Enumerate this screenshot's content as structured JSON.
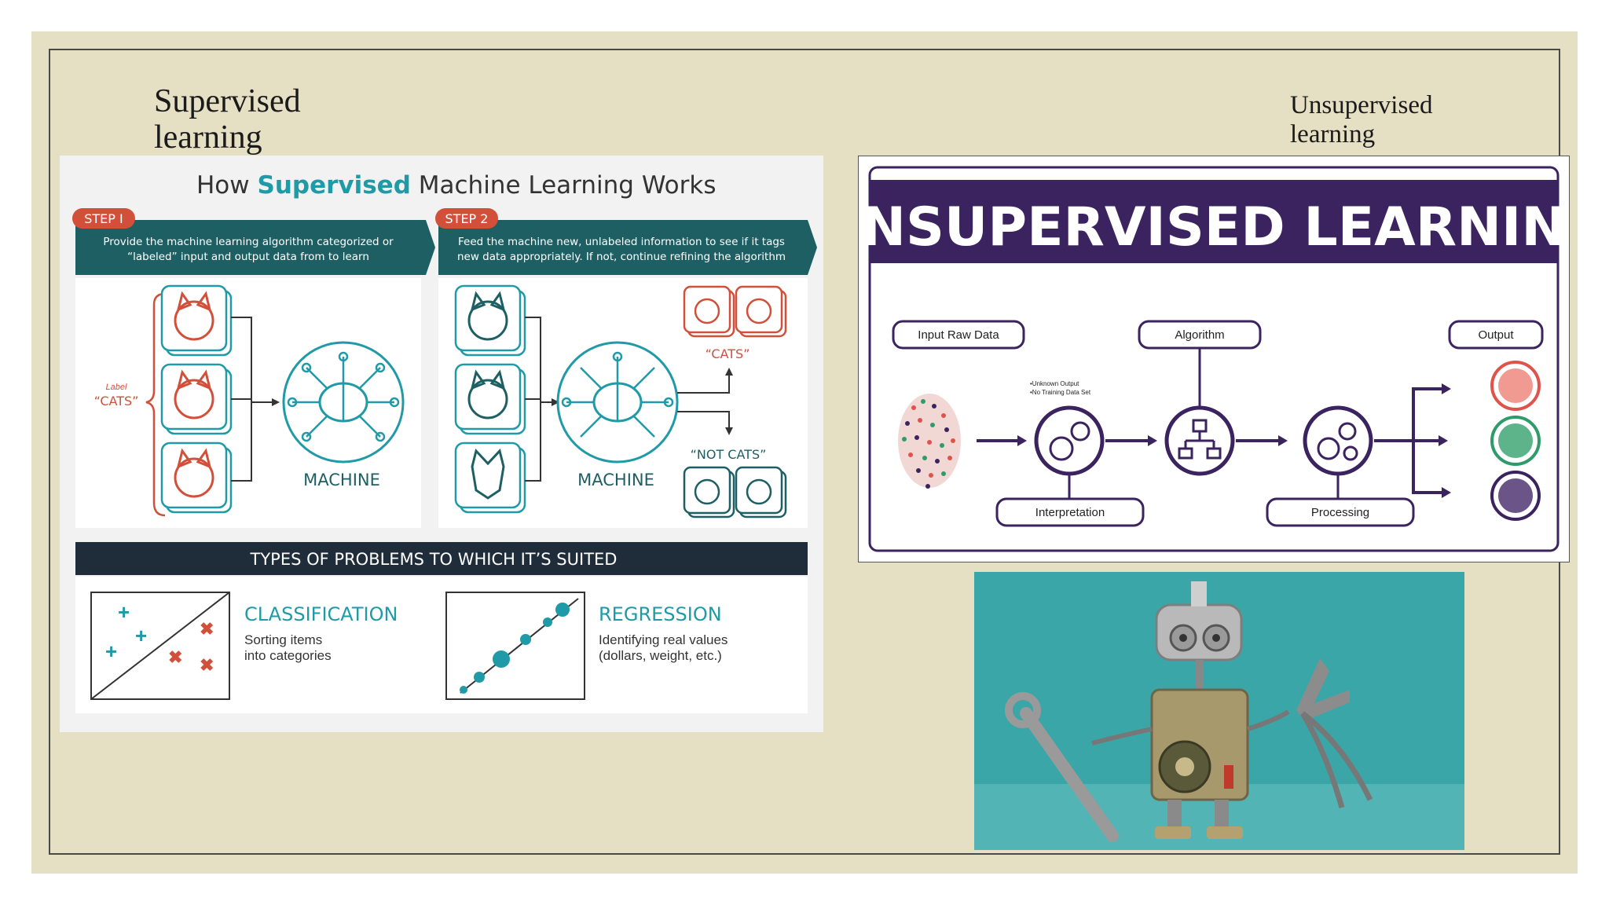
{
  "slide": {
    "left_title": "Supervised learning",
    "right_title": "Unsupervised learning"
  },
  "supervised_infographic": {
    "heading_pre": "How ",
    "heading_em": "Supervised",
    "heading_post": " Machine Learning Works",
    "step1": {
      "badge": "STEP I",
      "line1": "Provide the machine learning algorithm categorized or",
      "line2": "“labeled” input and output data from to learn"
    },
    "step2": {
      "badge": "STEP 2",
      "line1": "Feed the machine new, unlabeled information to see if it tags",
      "line2": "new data appropriately. If not, continue refining the algorithm"
    },
    "label_small": "Label",
    "label_cats": "“CATS”",
    "machine1": "MACHINE",
    "machine2": "MACHINE",
    "out_cats": "“CATS”",
    "out_not_cats": "“NOT CATS”",
    "types_bar": "TYPES OF PROBLEMS TO WHICH IT’S SUITED",
    "classification": {
      "title": "CLASSIFICATION",
      "line1": "Sorting items",
      "line2": "into categories"
    },
    "regression": {
      "title": "REGRESSION",
      "line1": "Identifying real values",
      "line2": "(dollars, weight, etc.)"
    },
    "colors": {
      "teal": "#1f9aa6",
      "dark_teal": "#1e5f64",
      "orange": "#d2503a",
      "navy": "#1f2d3a"
    }
  },
  "unsupervised_infographic": {
    "banner": "UNSUPERVISED LEARNING",
    "input": "Input Raw Data",
    "algorithm": "Algorithm",
    "output": "Output",
    "interpretation": "Interpretation",
    "processing": "Processing",
    "note1": "•Unknown Output",
    "note2": "•No Training Data Set",
    "colors": {
      "banner": "#3b2360",
      "red": "#e0534a",
      "green": "#2f9b6a",
      "purple": "#3b2360"
    }
  },
  "photo": {
    "subject": "toy robot holding wrench and pliers",
    "colors": {
      "background": "#3aa6a8"
    }
  }
}
